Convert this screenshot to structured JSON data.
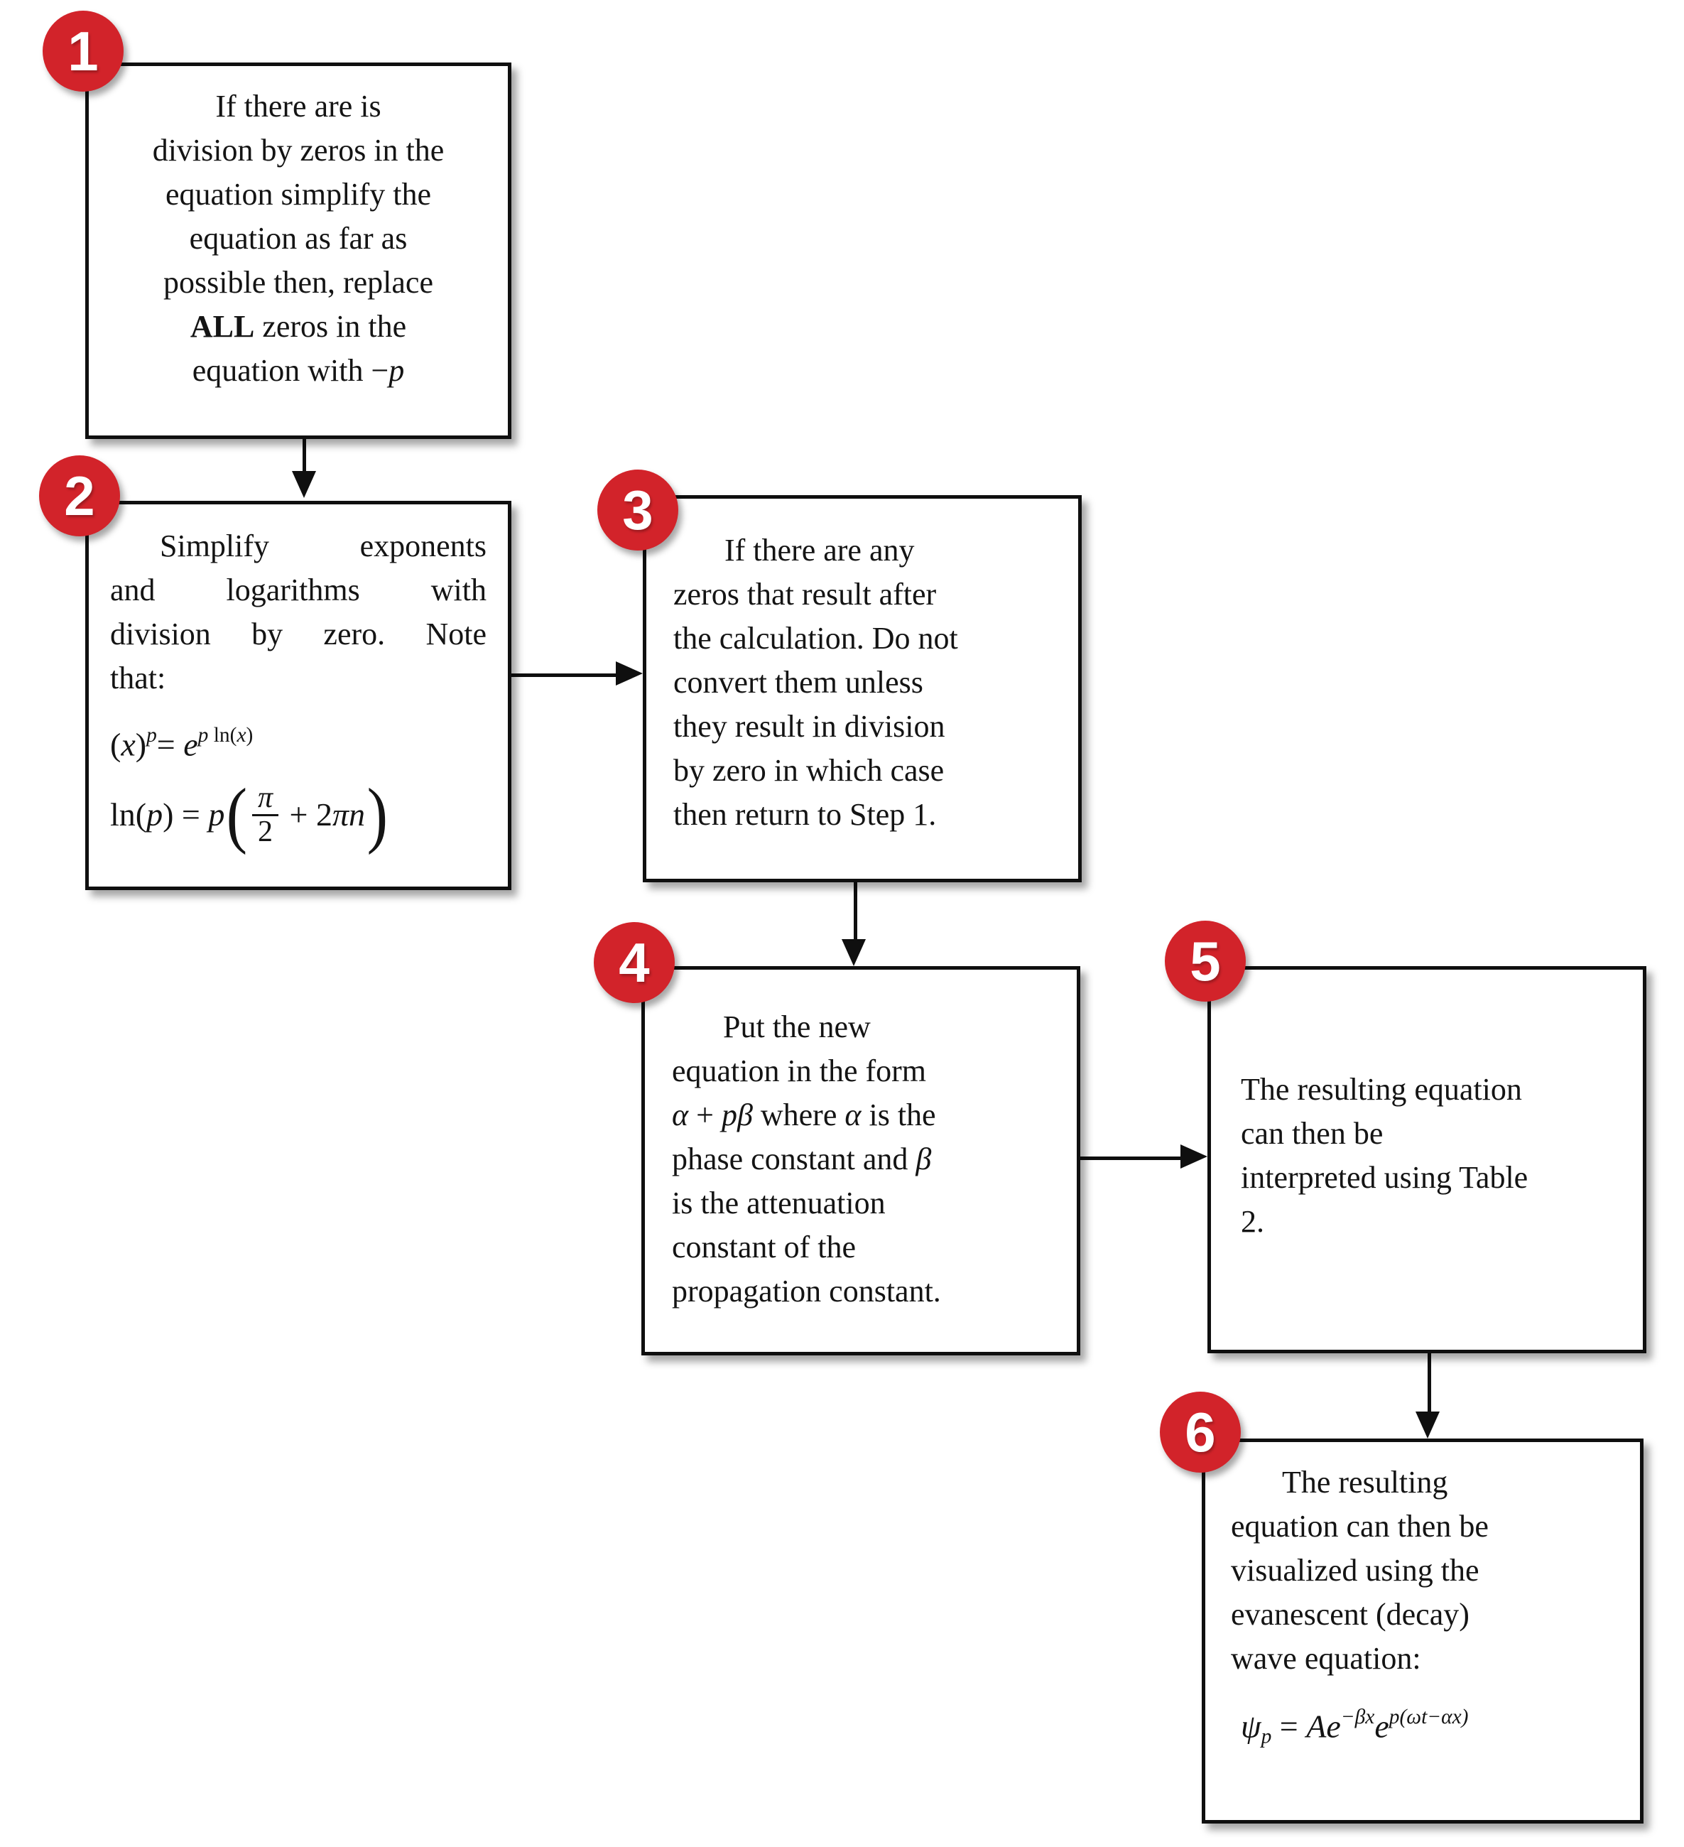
{
  "diagram": {
    "background": "#ffffff",
    "accent_red": "#d2232a",
    "line_color": "#0f0f0f"
  },
  "step1": {
    "number": "1",
    "lines": [
      "If there are is",
      "division by zeros in the",
      "equation simplify the",
      "equation as far as",
      "possible then, replace",
      [
        {
          "t": "ALL",
          "s": "b"
        },
        {
          "t": " zeros in the",
          "s": ""
        }
      ],
      [
        {
          "t": "equation with −",
          "s": ""
        },
        {
          "t": "p",
          "s": "i"
        }
      ]
    ]
  },
  "step2": {
    "number": "2",
    "jlines": [
      "Simplify exponents",
      "and logarithms with",
      "division by zero. Note"
    ],
    "lastline": "that:",
    "formula1": [
      {
        "t": "(",
        "s": ""
      },
      {
        "t": "x",
        "s": "i"
      },
      {
        "t": ")",
        "s": ""
      },
      {
        "t": "p",
        "s": "i sup"
      },
      {
        "t": "= ",
        "s": ""
      },
      {
        "t": "e",
        "s": "i"
      },
      {
        "t": "p",
        "s": "i sup"
      },
      {
        "t": " ln(",
        "s": "sup"
      },
      {
        "t": "x",
        "s": "i sup"
      },
      {
        "t": ")",
        "s": "sup"
      }
    ],
    "formula2": {
      "lead": [
        {
          "t": "ln(",
          "s": ""
        },
        {
          "t": "p",
          "s": "i"
        },
        {
          "t": ") = ",
          "s": ""
        },
        {
          "t": "p",
          "s": "i"
        }
      ],
      "lparen": "(",
      "num": "π",
      "den": "2",
      "rest": [
        {
          "t": " + 2",
          "s": ""
        },
        {
          "t": "πn",
          "s": "i"
        }
      ],
      "rparen": ")"
    }
  },
  "step3": {
    "number": "3",
    "lines": [
      "If there are any",
      "zeros that result after",
      "the calculation. Do not",
      "convert them unless",
      "they result in division",
      "by zero in which case",
      "then return to Step 1."
    ]
  },
  "step4": {
    "number": "4",
    "lines": [
      "Put the new",
      "equation in the form",
      [
        {
          "t": "α",
          "s": "i"
        },
        {
          "t": " + ",
          "s": ""
        },
        {
          "t": "pβ",
          "s": "i"
        },
        {
          "t": " where ",
          "s": ""
        },
        {
          "t": "α",
          "s": "i"
        },
        {
          "t": " is the",
          "s": ""
        }
      ],
      [
        {
          "t": "phase constant and ",
          "s": ""
        },
        {
          "t": "β",
          "s": "i"
        }
      ],
      "is the attenuation",
      "constant of the",
      "propagation constant."
    ]
  },
  "step5": {
    "number": "5",
    "lines": [
      "The resulting equation",
      "can then be",
      "interpreted using Table",
      "2."
    ]
  },
  "step6": {
    "number": "6",
    "lines": [
      "The resulting",
      "equation can then be",
      "visualized using the",
      "evanescent (decay)",
      "wave equation:"
    ],
    "formula": [
      {
        "t": "ψ",
        "s": "i"
      },
      {
        "t": "p",
        "s": "i sub"
      },
      {
        "t": " = ",
        "s": ""
      },
      {
        "t": "Ae",
        "s": "i"
      },
      {
        "t": "−βx",
        "s": "i sup"
      },
      {
        "t": "e",
        "s": "i"
      },
      {
        "t": "p(ωt−αx)",
        "s": "i sup"
      }
    ]
  }
}
